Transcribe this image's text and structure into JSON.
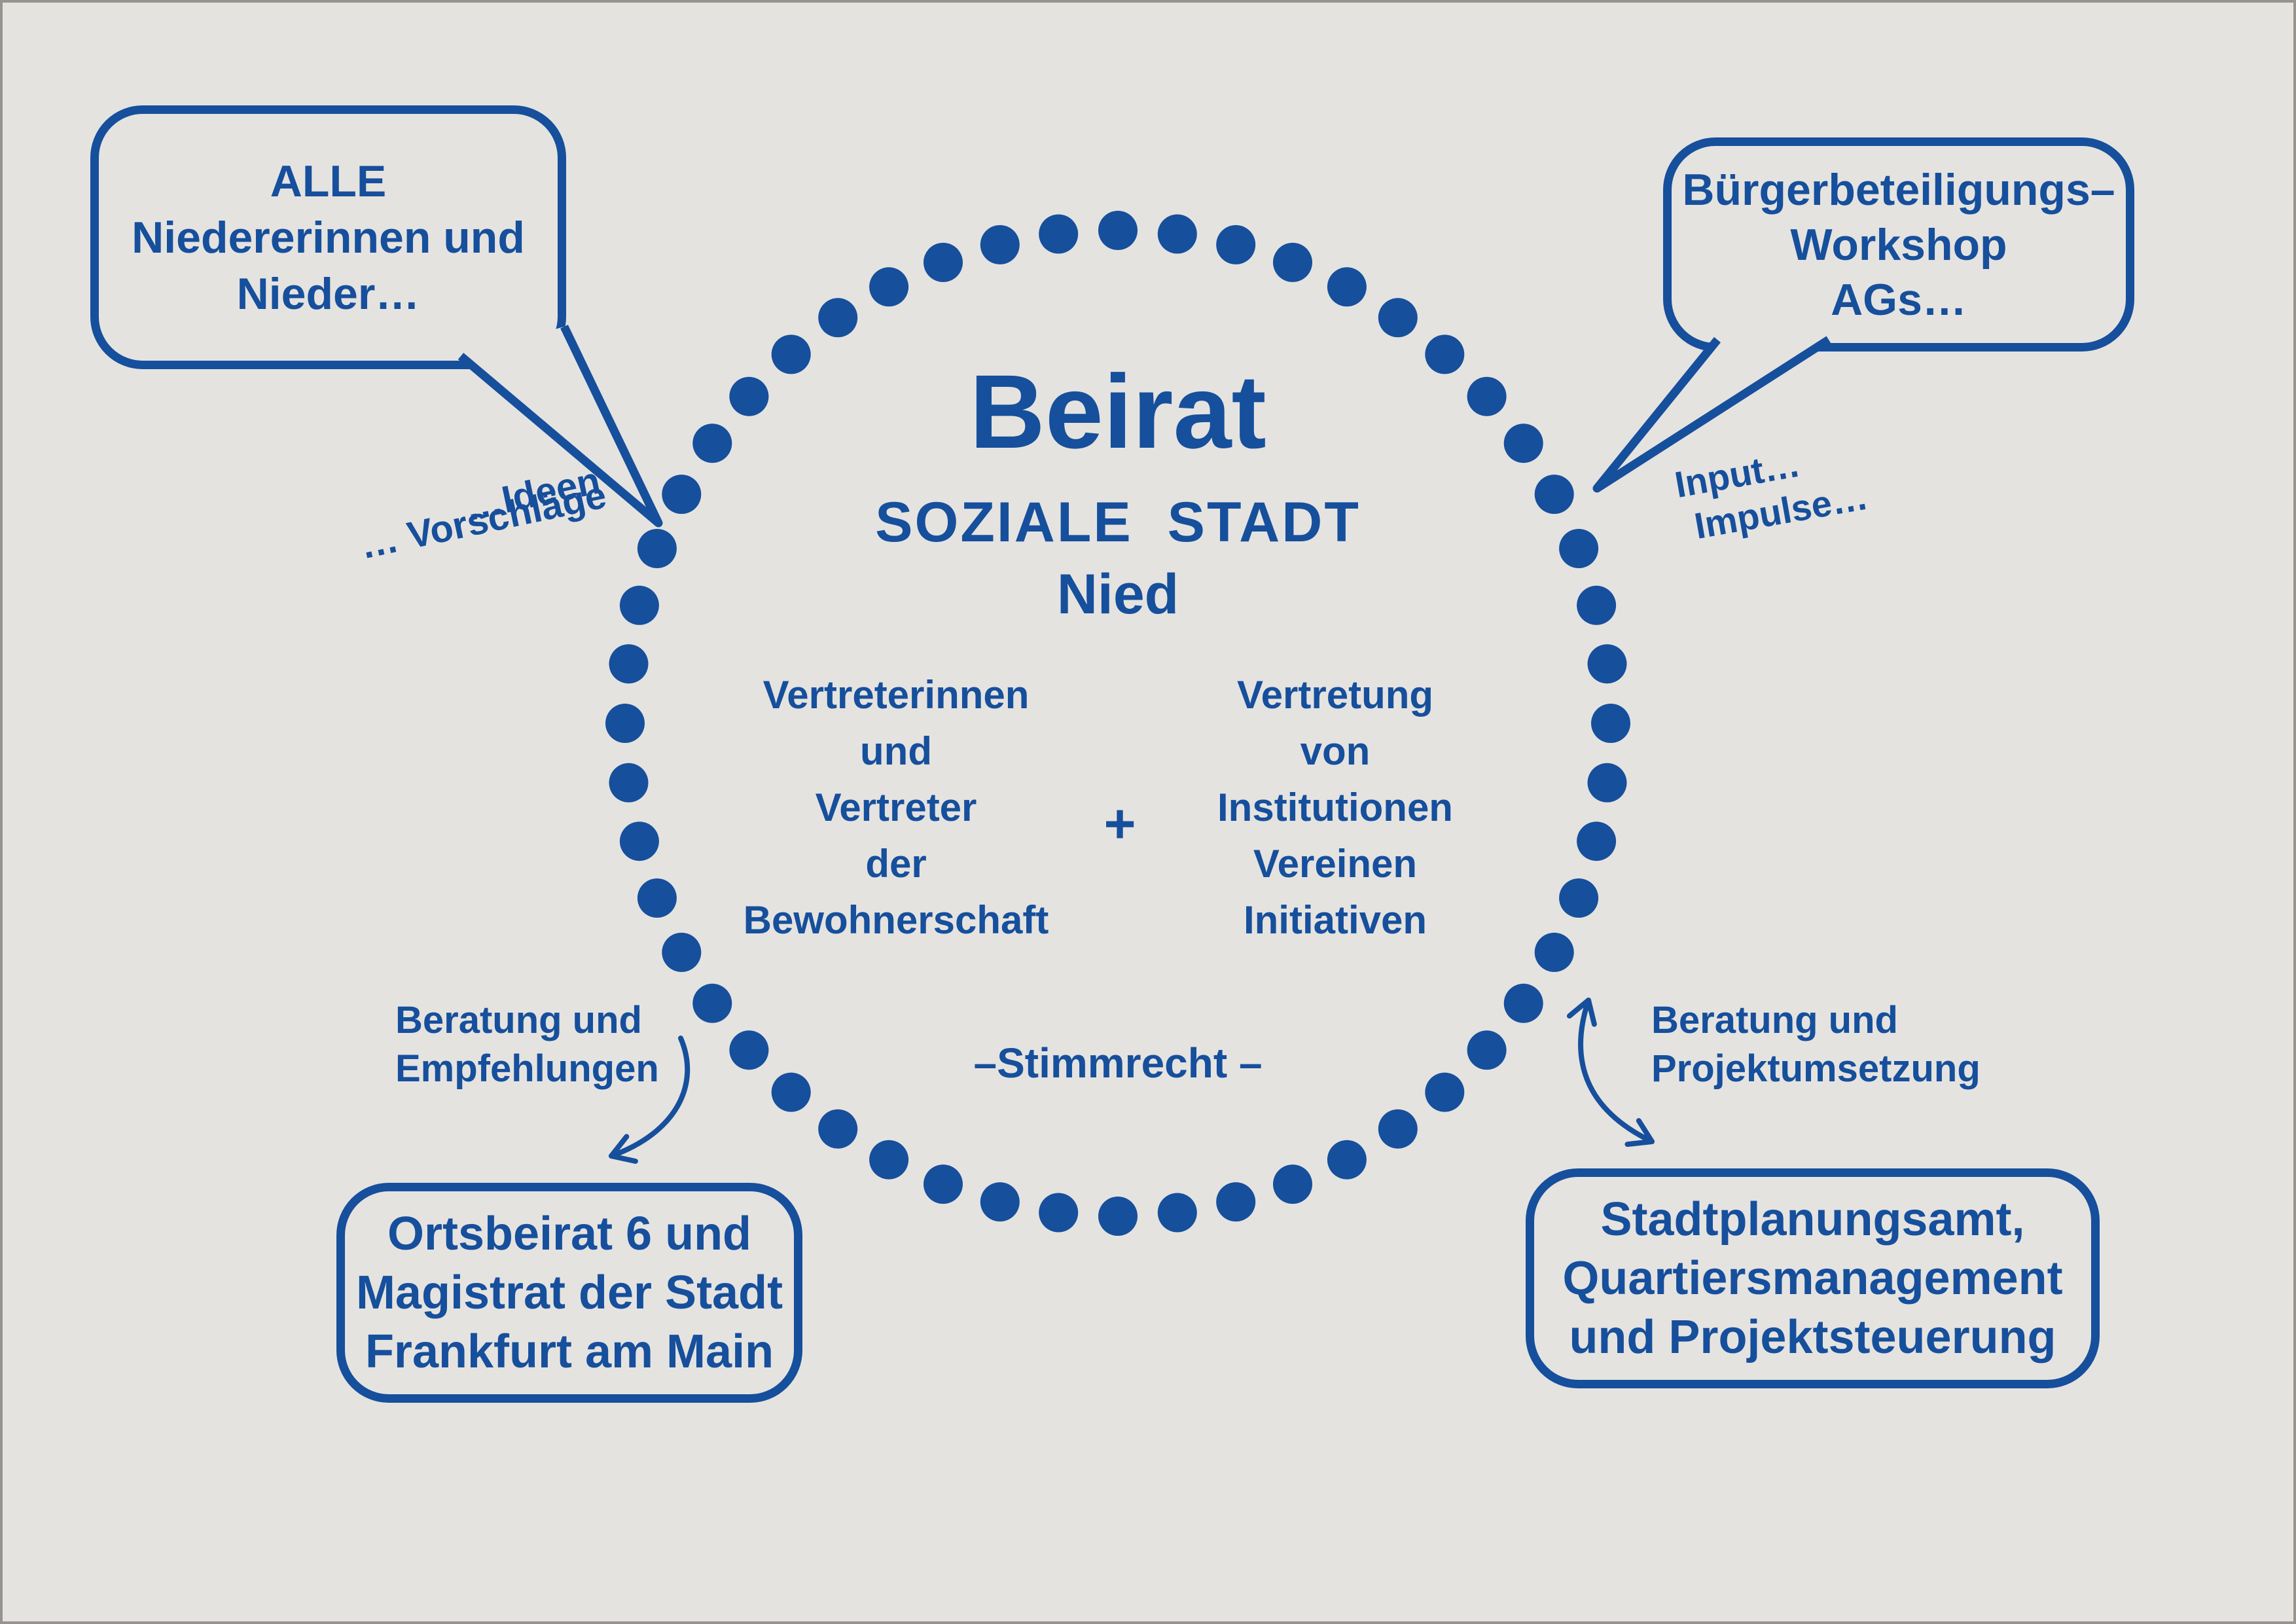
{
  "colors": {
    "blue": "#164F9C",
    "background": "#E5E3E0"
  },
  "circle": {
    "title": "Beirat",
    "subtitle": "SOZIALE STADT",
    "name": "Nied",
    "left_column": [
      "Vertreterinnen",
      "und",
      "Vertreter",
      "der",
      "Bewohnerschaft"
    ],
    "plus": "+",
    "right_column": [
      "Vertretung",
      "von",
      "Institutionen",
      "Vereinen",
      "Initiativen"
    ],
    "voting": "–Stimmrecht –"
  },
  "bubbles": {
    "top_left": {
      "lines": [
        "ALLE",
        "Niedererinnen und",
        "Nieder…"
      ]
    },
    "top_right": {
      "lines": [
        "Bürgerbeteiligungs–",
        "Workshop",
        "AGs…"
      ]
    }
  },
  "boxes": {
    "bottom_left": {
      "lines": [
        "Ortsbeirat 6 und",
        "Magistrat der Stadt",
        "Frankfurt am Main"
      ]
    },
    "bottom_right": {
      "lines": [
        "Stadtplanungsamt,",
        "Quartiersmanagement",
        "und Projektsteuerung"
      ]
    }
  },
  "annotations": {
    "ideen": "…Ideen",
    "vorschlaege": "… Vorschläge",
    "input": "Input…",
    "impulse": "Impulse…",
    "advice_left": [
      "Beratung und",
      "Empfehlungen"
    ],
    "advice_right": [
      "Beratung und",
      "Projektumsetzung"
    ]
  }
}
